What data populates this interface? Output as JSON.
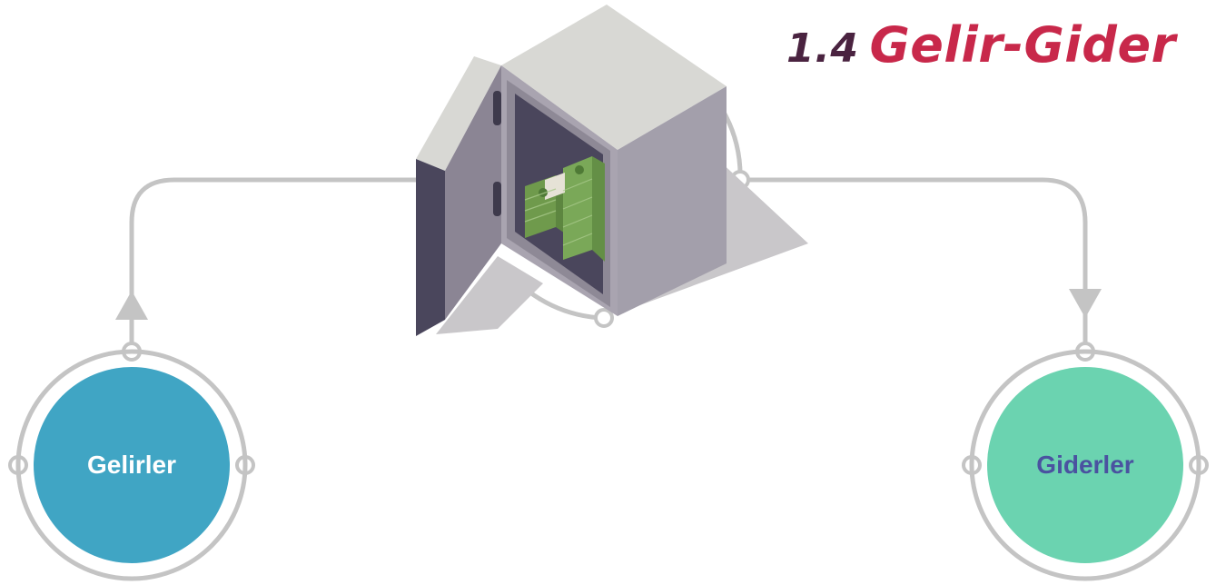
{
  "title": {
    "number": "1.4",
    "text": "Gelir-Gider"
  },
  "nodes": {
    "income": {
      "label": "Gelirler",
      "fill": "#40a5c4",
      "text_color": "#ffffff"
    },
    "expense": {
      "label": "Giderler",
      "fill": "#6bd3b0",
      "text_color": "#4a52a0"
    }
  },
  "colors": {
    "connector": "#c4c4c4",
    "safe_front": "#a9a4b0",
    "safe_top": "#d8d8d4",
    "safe_interior": "#4a465c",
    "money": "#7aa858"
  },
  "icons": {
    "safe": "open-safe-with-cash-icon"
  }
}
